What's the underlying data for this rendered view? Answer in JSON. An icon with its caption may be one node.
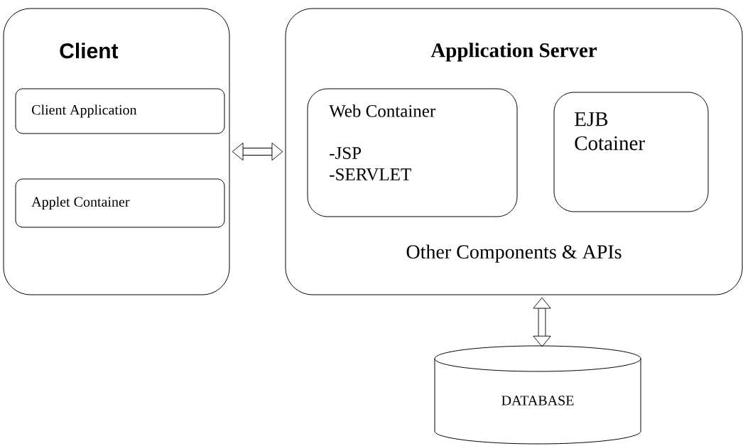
{
  "diagram": {
    "nodes": [
      {
        "text": [
          "Client"
        ]
      },
      {
        "text": [
          "Client Application"
        ],
        "in": 0
      },
      {
        "text": [
          "Applet Container"
        ],
        "in": 0
      },
      {
        "text": [
          "Application Server",
          "Other Components & APIs"
        ]
      },
      {
        "text": [
          "Web Container",
          "-JSP -SERVLET"
        ],
        "in": 3
      },
      {
        "text": [
          "EJB Cotainer"
        ],
        "in": 3
      },
      {
        "text": [
          "DATABASE"
        ]
      }
    ],
    "edges": [
      {
        "from": 0,
        "to": 3,
        "arrow": "both"
      },
      {
        "from": 3,
        "to": 6,
        "arrow": "both"
      }
    ]
  }
}
